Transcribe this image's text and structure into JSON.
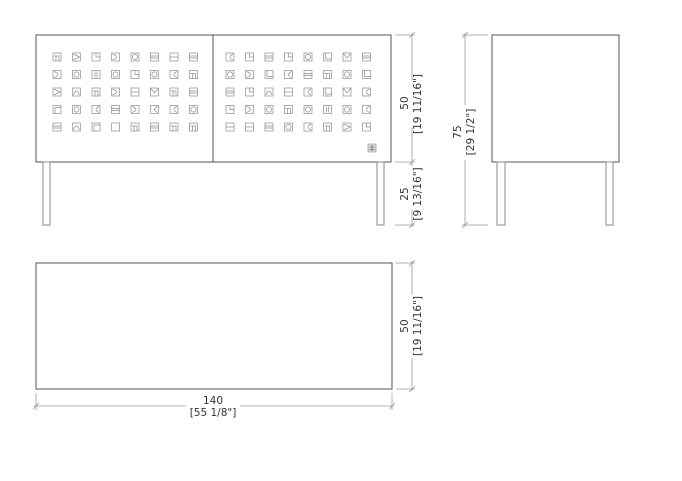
{
  "front_view": {
    "panel_height": "50",
    "panel_height_in": "[19 11/16\"]",
    "leg_height": "25",
    "leg_height_in": "[9 13/16\"]",
    "left_door_pattern": [
      [
        "hook",
        "tri",
        "L",
        "D",
        "circle",
        "lines",
        "hline",
        "lines"
      ],
      [
        "D",
        "circle",
        "bars",
        "circle",
        "L",
        "circle",
        "C",
        "hook"
      ],
      [
        "tri",
        "arch",
        "hook",
        "D",
        "hline",
        "V",
        "hook",
        "lines"
      ],
      [
        "corner",
        "circle",
        "C",
        "lines",
        "D",
        "C",
        "C",
        "circle"
      ],
      [
        "lines",
        "arch",
        "corner",
        "sq",
        "hook",
        "lines",
        "hook",
        "hook"
      ]
    ],
    "right_door_pattern": [
      [
        "C",
        "L",
        "lines",
        "L",
        "circle",
        "U",
        "V",
        "lines"
      ],
      [
        "circle",
        "D",
        "U",
        "C",
        "lines",
        "hook",
        "circle",
        "U"
      ],
      [
        "lines",
        "L",
        "arch",
        "hline",
        "C",
        "U",
        "V",
        "C"
      ],
      [
        "L",
        "D",
        "circle",
        "hook",
        "circle",
        "bars",
        "circle",
        "C"
      ],
      [
        "hline",
        "hline",
        "lines",
        "circle",
        "C",
        "hook",
        "tri",
        "L"
      ]
    ],
    "logo": "brand-mark"
  },
  "side_view": {
    "total_height": "75",
    "total_height_in": "[29 1/2\"]"
  },
  "top_view": {
    "depth": "50",
    "depth_in": "[19 11/16\"]",
    "width": "140",
    "width_in": "[55 1/8\"]"
  }
}
